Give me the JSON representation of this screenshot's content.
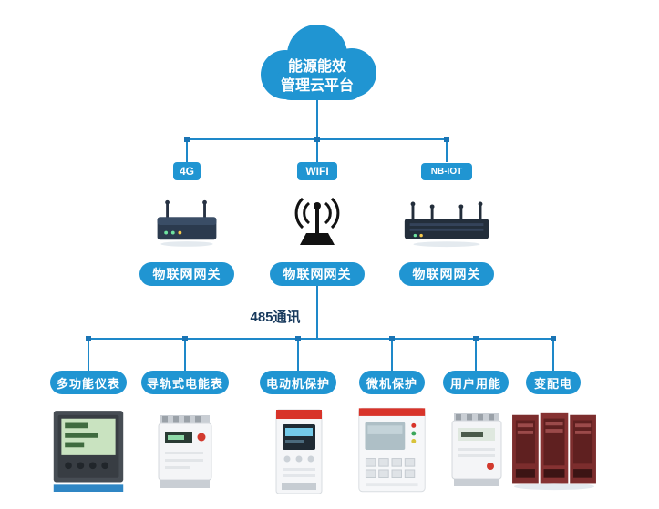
{
  "cloud": {
    "line1": "能源能效",
    "line2": "管理云平台",
    "icon": "cloud-icon"
  },
  "gateways": [
    {
      "badge": "4G",
      "label": "物联网网关",
      "icon": "4g-router-icon"
    },
    {
      "badge": "WIFI",
      "label": "物联网网关",
      "icon": "wifi-antenna-icon"
    },
    {
      "badge": "NB-IOT",
      "label": "物联网网关",
      "icon": "nb-iot-router-icon"
    }
  ],
  "bus": {
    "label": "485通讯"
  },
  "devices": [
    {
      "label": "多功能仪表",
      "image": "multifunction-meter"
    },
    {
      "label": "导轨式电能表",
      "image": "din-rail-energy-meter"
    },
    {
      "label": "电动机保护",
      "image": "motor-protection-device"
    },
    {
      "label": "微机保护",
      "image": "microcomputer-protection-device"
    },
    {
      "label": "用户用能",
      "image": "user-energy-meter"
    },
    {
      "label": "变配电",
      "image": "power-distribution-cabinet"
    }
  ],
  "colors": {
    "accent": "#2095d2",
    "line": "#1e88c9",
    "bus_text": "#17395c"
  }
}
